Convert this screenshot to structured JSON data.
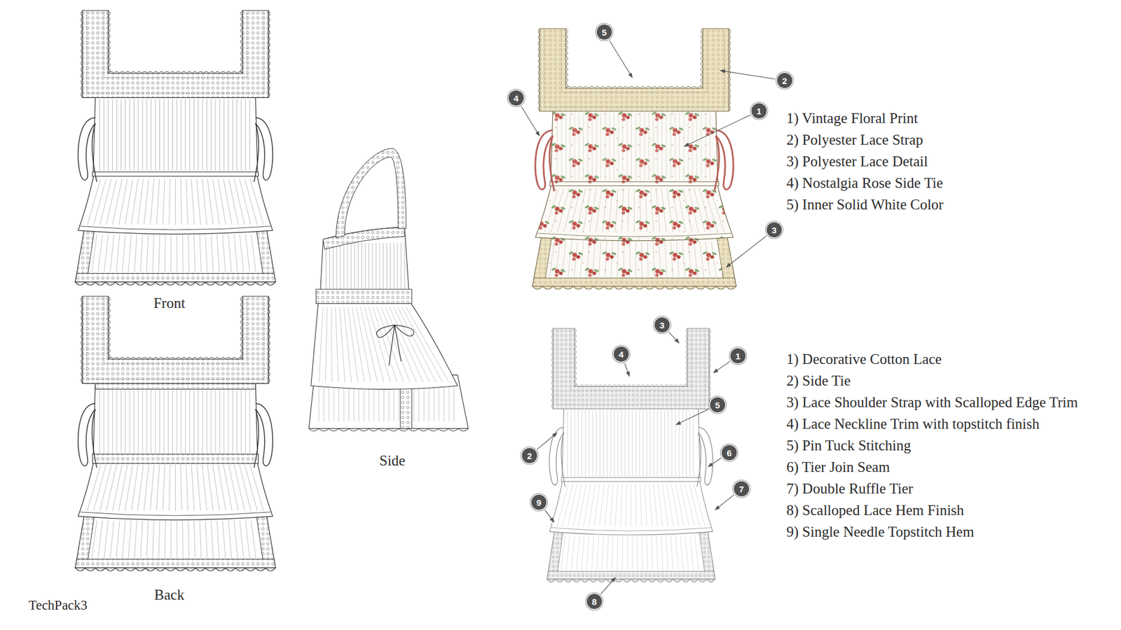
{
  "diagram": {
    "nodes": [
      {
        "text": [
          "5"
        ]
      },
      {
        "text": [
          "2"
        ]
      },
      {
        "text": [
          "4"
        ]
      },
      {
        "text": [
          "1"
        ]
      },
      {
        "text": [
          "3"
        ]
      },
      {
        "text": [
          "3"
        ]
      },
      {
        "text": [
          "4"
        ]
      },
      {
        "text": [
          "1"
        ]
      },
      {
        "text": [
          "5"
        ]
      },
      {
        "text": [
          "6"
        ]
      },
      {
        "text": [
          "2"
        ]
      },
      {
        "text": [
          "7"
        ]
      },
      {
        "text": [
          "9"
        ]
      },
      {
        "text": [
          "8"
        ]
      }
    ],
    "labels": [
      "Front",
      "Side",
      "Back",
      "TechPack3",
      "1) Vintage Floral Print",
      "2) Polyester Lace Strap",
      "3) Polyester Lace Detail",
      "4) Nostalgia Rose Side Tie",
      "5) Inner Solid White Color",
      "1) Decorative Cotton Lace",
      "2) Side Tie",
      "3) Lace Shoulder Strap with Scalloped Edge Trim",
      "4) Lace Neckline Trim with topstitch finish",
      "5) Pin Tuck Stitching",
      "6) Tier Join Seam",
      "7) Double Ruffle Tier",
      "8) Scalloped Lace Hem Finish",
      "9) Single Needle Topstitch Hem"
    ]
  }
}
